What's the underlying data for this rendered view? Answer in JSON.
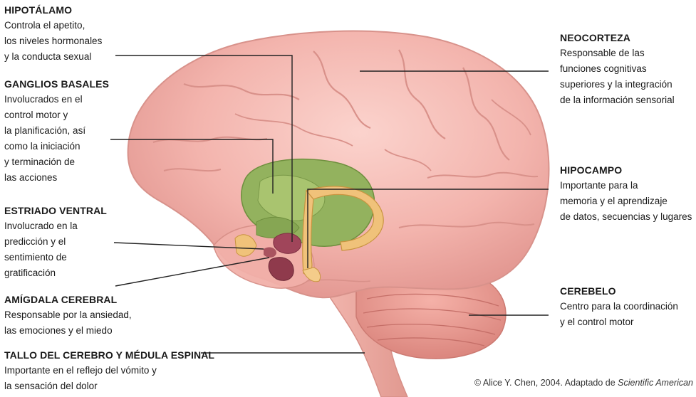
{
  "labels": {
    "hipotalamo": {
      "title": "HIPOTÁLAMO",
      "desc": "Controla el apetito,\nlos niveles hormonales\ny la conducta sexual"
    },
    "ganglios": {
      "title": "GANGLIOS BASALES",
      "desc": "Involucrados en el\ncontrol motor y\nla planificación, así\ncomo la iniciación\ny terminación de\nlas acciones"
    },
    "estriado": {
      "title": "ESTRIADO VENTRAL",
      "desc": "Involucrado en la\npredicción y el\nsentimiento de\ngratificación"
    },
    "amigdala": {
      "title": "AMÍGDALA CEREBRAL",
      "desc": "Responsable por la ansiedad,\nlas emociones y el miedo"
    },
    "tallo": {
      "title": "TALLO DEL CEREBRO Y MÉDULA ESPINAL",
      "desc": "Importante en el reflejo del vómito y\nla sensación del dolor"
    },
    "neocorteza": {
      "title": "NEOCORTEZA",
      "desc": "Responsable de las\nfunciones cognitivas\nsuperiores y la integración\nde la información sensorial"
    },
    "hipocampo": {
      "title": "HIPOCAMPO",
      "desc": "Importante para la\nmemoria y el aprendizaje\nde datos, secuencias y lugares"
    },
    "cerebelo": {
      "title": "CEREBELO",
      "desc": "Centro para la coordinación\ny el control motor"
    }
  },
  "credit": {
    "main": "© Alice Y. Chen, 2004. Adaptado de ",
    "source": "Scientific American"
  },
  "colors": {
    "cortex": "#f3b4ad",
    "cortex_shade": "#e69a93",
    "basal_ganglia": "#93b25e",
    "hippocampus": "#f0c27a",
    "deep": "#a0455a",
    "cerebellum": "#e59088",
    "leader_line": "#222222"
  }
}
